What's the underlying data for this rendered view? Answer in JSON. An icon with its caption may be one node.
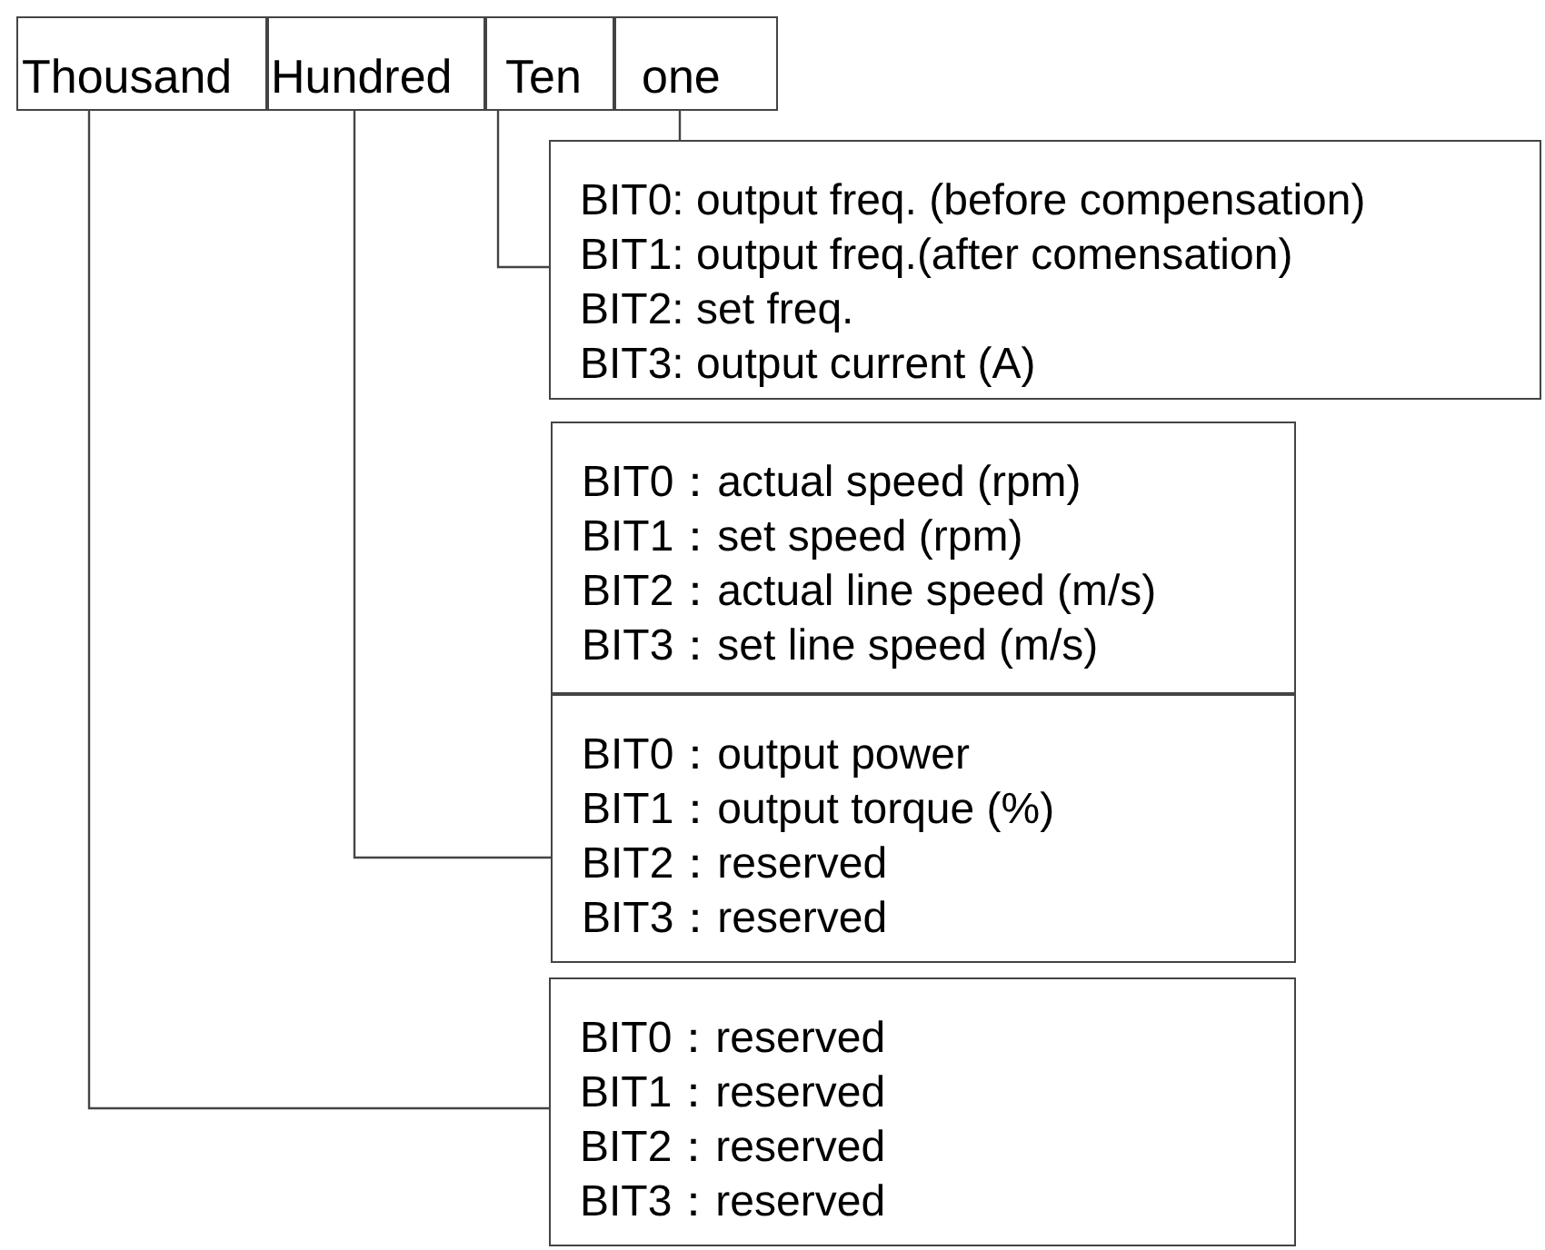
{
  "diagram": {
    "nodes": [
      {
        "text": [
          "Thousand"
        ]
      },
      {
        "text": [
          "Hundred"
        ]
      },
      {
        "text": [
          "Ten"
        ]
      },
      {
        "text": [
          "one"
        ]
      },
      {
        "text": [
          "BIT0: output freq. (before compensation)",
          "BIT1: output freq.(after comensation)",
          "BIT2: set freq.",
          "BIT3: output current (A)"
        ]
      },
      {
        "text": [
          "BIT0：actual speed (rpm)",
          "BIT1：set speed (rpm)",
          "BIT2：actual line speed (m/s)",
          "BIT3：set line speed (m/s)"
        ]
      },
      {
        "text": [
          "BIT0：output power",
          "BIT1：output torque (%)",
          "BIT2：reserved",
          "BIT3：reserved"
        ]
      },
      {
        "text": [
          "BIT0：reserved",
          "BIT1：reserved",
          "BIT2：reserved",
          "BIT3：reserved"
        ]
      }
    ],
    "edges": [
      {
        "from": 3,
        "to": 4,
        "arrow": "none"
      },
      {
        "from": 2,
        "to": 4,
        "arrow": "none"
      },
      {
        "from": 1,
        "to": 6,
        "arrow": "none"
      },
      {
        "from": 0,
        "to": 7,
        "arrow": "none"
      }
    ]
  }
}
